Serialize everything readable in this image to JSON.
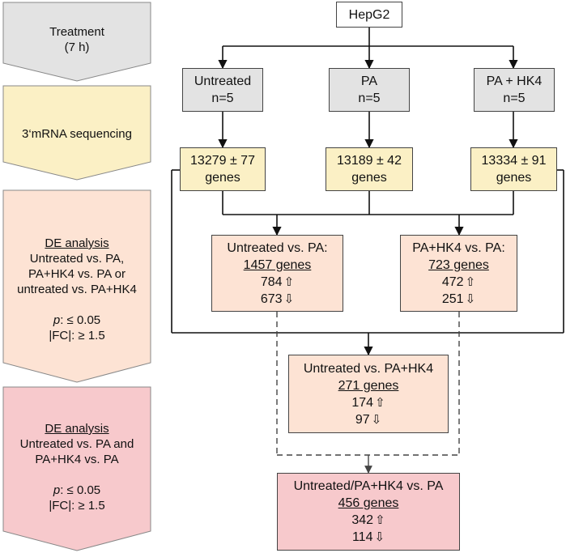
{
  "steps": [
    {
      "line1": "Treatment",
      "line2": "(7 h)",
      "fill": "#e3e3e3"
    },
    {
      "line1": "3‘mRNA sequencing",
      "fill": "#fbf0c5"
    },
    {
      "title": "DE analysis",
      "line1": "Untreated vs. PA,",
      "line2": "PA+HK4 vs. PA or",
      "line3": "untreated vs. PA+HK4",
      "p_label": "p",
      "p_value": ": ≤ 0.05",
      "fc": "|FC|: ≥ 1.5",
      "fill": "#fde3d4"
    },
    {
      "title": "DE analysis",
      "line1": "Untreated vs. PA and",
      "line2": "PA+HK4 vs. PA",
      "p_label": "p",
      "p_value": ": ≤ 0.05",
      "fc": "|FC|: ≥ 1.5",
      "fill": "#f7c9cc"
    }
  ],
  "root": "HepG2",
  "groups": [
    {
      "name": "Untreated",
      "n": "n=5"
    },
    {
      "name": "PA",
      "n": "n=5"
    },
    {
      "name": "PA + HK4",
      "n": "n=5"
    }
  ],
  "gene_counts": [
    {
      "value": "13279 ± 77",
      "unit": "genes"
    },
    {
      "value": "13189 ± 42",
      "unit": "genes"
    },
    {
      "value": "13334 ± 91",
      "unit": "genes"
    }
  ],
  "comparisons": [
    {
      "title": "Untreated vs. PA:",
      "total": "1457 genes",
      "up": "784",
      "down": "673"
    },
    {
      "title": "PA+HK4 vs. PA:",
      "total": "723 genes",
      "up": "472",
      "down": "251"
    },
    {
      "title": "Untreated vs. PA+HK4",
      "total": "271 genes",
      "up": "174",
      "down": "97"
    },
    {
      "title": "Untreated/PA+HK4 vs. PA",
      "total": "456 genes",
      "up": "342",
      "down": "114"
    }
  ],
  "icons": {
    "up": "⇧",
    "down": "⇩"
  },
  "colors": {
    "gray": "#e3e3e3",
    "yellow": "#fbf0c5",
    "peach": "#fde3d4",
    "pink": "#f7c9cc",
    "line": "#111111"
  }
}
